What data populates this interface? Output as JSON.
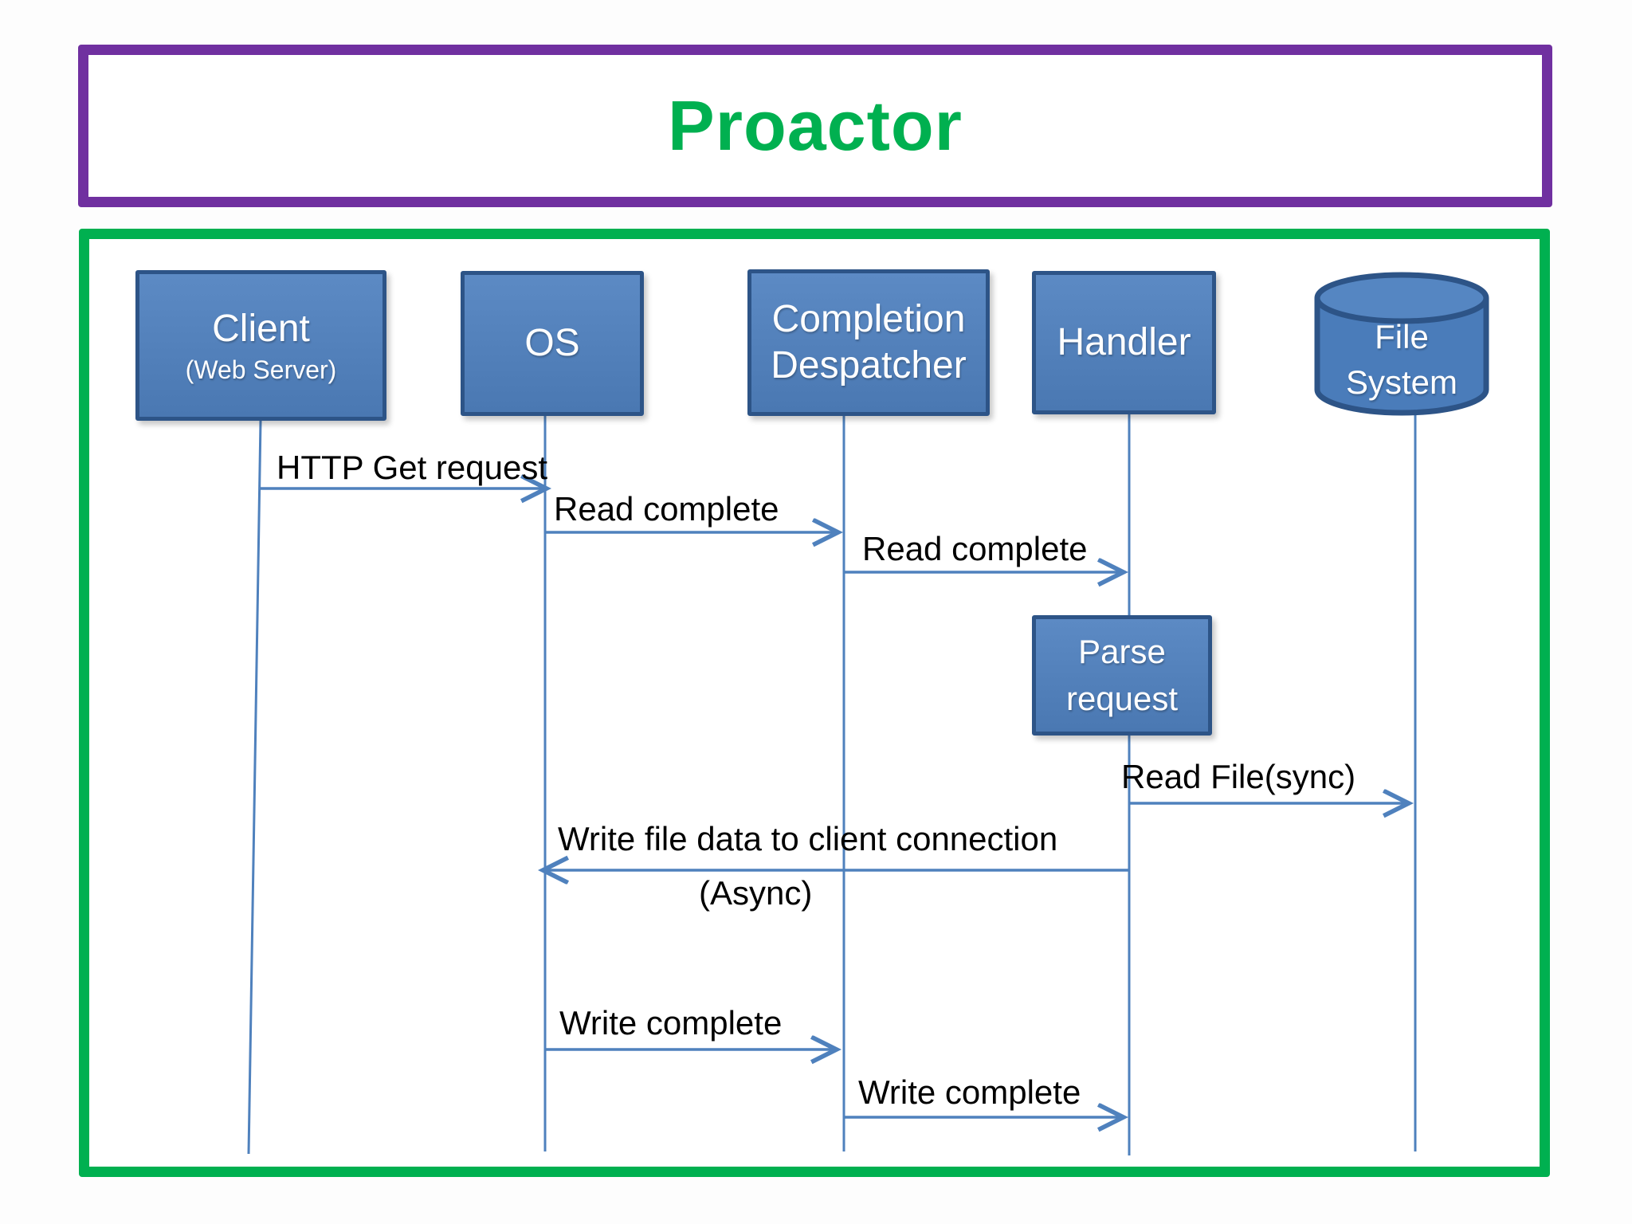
{
  "title": "Proactor",
  "colors": {
    "title_green": "#00b050",
    "frame_green": "#00b050",
    "frame_purple": "#7030a0",
    "actor_fill": "#4f7dba",
    "actor_border": "#2d5487",
    "line_blue": "#4f81bd",
    "message_text": "#000000"
  },
  "actors": [
    {
      "id": "client",
      "label": "Client",
      "sublabel": "(Web Server)",
      "shape": "rect"
    },
    {
      "id": "os",
      "label": "OS",
      "shape": "rect"
    },
    {
      "id": "completion-despatcher",
      "line1": "Completion",
      "line2": "Despatcher",
      "shape": "rect"
    },
    {
      "id": "handler",
      "label": "Handler",
      "shape": "rect"
    },
    {
      "id": "file-system",
      "line1": "File",
      "line2": "System",
      "shape": "cylinder"
    }
  ],
  "activation": {
    "line1": "Parse",
    "line2": "request",
    "on": "handler"
  },
  "messages": [
    {
      "label": "HTTP Get request",
      "from": "client",
      "to": "os"
    },
    {
      "label": "Read complete",
      "from": "os",
      "to": "completion-despatcher"
    },
    {
      "label": "Read complete",
      "from": "completion-despatcher",
      "to": "handler"
    },
    {
      "label": "Read File(sync)",
      "from": "handler",
      "to": "file-system"
    },
    {
      "label": "Write file data to client connection",
      "label2": "(Async)",
      "from": "handler",
      "to": "os"
    },
    {
      "label": "Write complete",
      "from": "os",
      "to": "completion-despatcher"
    },
    {
      "label": "Write complete",
      "from": "completion-despatcher",
      "to": "handler"
    }
  ]
}
